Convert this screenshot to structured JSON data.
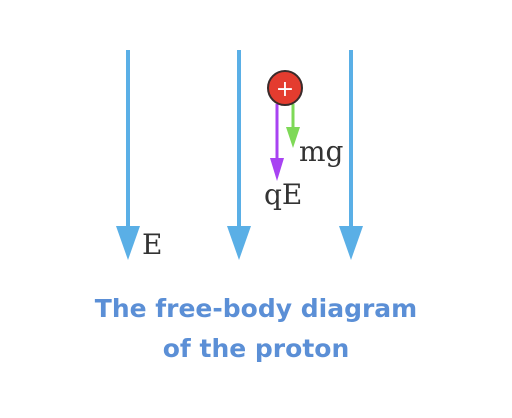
{
  "diagram": {
    "field_label": "E",
    "gravity_force_label": "mg",
    "electric_force_label": "qE",
    "particle_symbol": "+",
    "colors": {
      "field_lines": "#5aafe6",
      "gravity_arrow": "#7ed957",
      "electric_arrow": "#a843f2",
      "proton_fill": "#e43c2f",
      "proton_outline": "#3a2b2b",
      "caption": "#5b8fd6"
    }
  },
  "caption": {
    "line1": "The free-body diagram",
    "line2": "of the proton"
  }
}
